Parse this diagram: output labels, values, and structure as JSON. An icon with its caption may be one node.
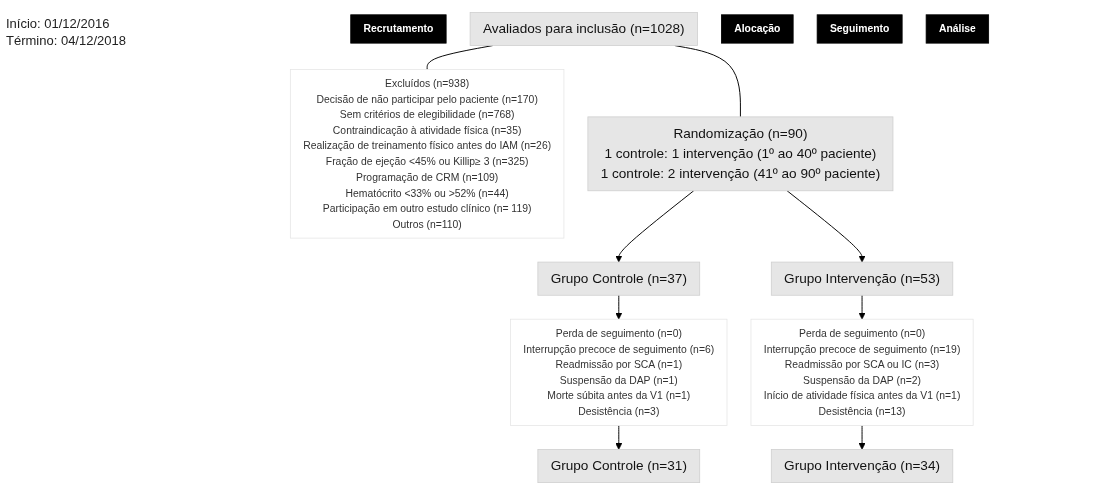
{
  "diagram": {
    "nodes": [
      {
        "text": [
          "Recrutamento"
        ]
      },
      {
        "text": [
          "Avaliados para  inclusão (n=1028)"
        ]
      },
      {
        "text": [
          "Excluídos (n=938)",
          "Decisão de não participar pelo paciente (n=170)",
          "Sem critérios de elegibilidade (n=768)",
          "Contraindicação à atividade física (n=35)",
          "Realização de treinamento físico antes do IAM (n=26)",
          "Fração de ejeção <45% ou Killip≥ 3 (n=325)",
          "Programação de CRM (n=109)",
          "Hematócrito <33% ou >52% (n=44)",
          "Participação em outro estudo clínico (n= 119)",
          "Outros (n=110)"
        ]
      },
      {
        "text": [
          "Randomização (n=90)",
          "1 controle: 1 intervenção (1º ao 40º paciente)",
          "1 controle: 2 intervenção (41º ao 90º paciente)"
        ]
      },
      {
        "text": [
          "Alocação"
        ]
      },
      {
        "text": [
          "Grupo Controle (n=37)"
        ]
      },
      {
        "text": [
          "Grupo Intervenção (n=53)"
        ]
      },
      {
        "text": [
          "Seguimento"
        ]
      },
      {
        "text": [
          "Perda de seguimento (n=0)",
          "Interrupção precoce de seguimento (n=6)",
          "Readmissão por SCA (n=1)",
          "Suspensão da DAP (n=1)",
          "Morte súbita antes da V1 (n=1)",
          "Desistência (n=3)"
        ]
      },
      {
        "text": [
          "Perda de seguimento (n=0)",
          "Interrupção precoce de seguimento (n=19)",
          "Readmissão por SCA ou IC (n=3)",
          "Suspensão da DAP (n=2)",
          "Início de atividade física antes da V1 (n=1)",
          "Desistência (n=13)"
        ]
      },
      {
        "text": [
          "Análise"
        ]
      },
      {
        "text": [
          "Grupo Controle (n=31)"
        ]
      },
      {
        "text": [
          "Grupo Intervenção (n=34)"
        ]
      }
    ],
    "edges": [
      {
        "from": 1,
        "to": 3,
        "arrow": "none"
      },
      {
        "from": 1,
        "to": 2,
        "arrow": "none"
      },
      {
        "from": 3,
        "to": 5,
        "arrow": "to"
      },
      {
        "from": 3,
        "to": 6,
        "arrow": "to"
      },
      {
        "from": 5,
        "to": 8,
        "arrow": "to"
      },
      {
        "from": 6,
        "to": 9,
        "arrow": "to"
      },
      {
        "from": 8,
        "to": 11,
        "arrow": "to"
      },
      {
        "from": 9,
        "to": 12,
        "arrow": "to"
      }
    ],
    "labels": [
      "Início: 01/12/2016",
      "Término: 04/12/2018"
    ]
  }
}
